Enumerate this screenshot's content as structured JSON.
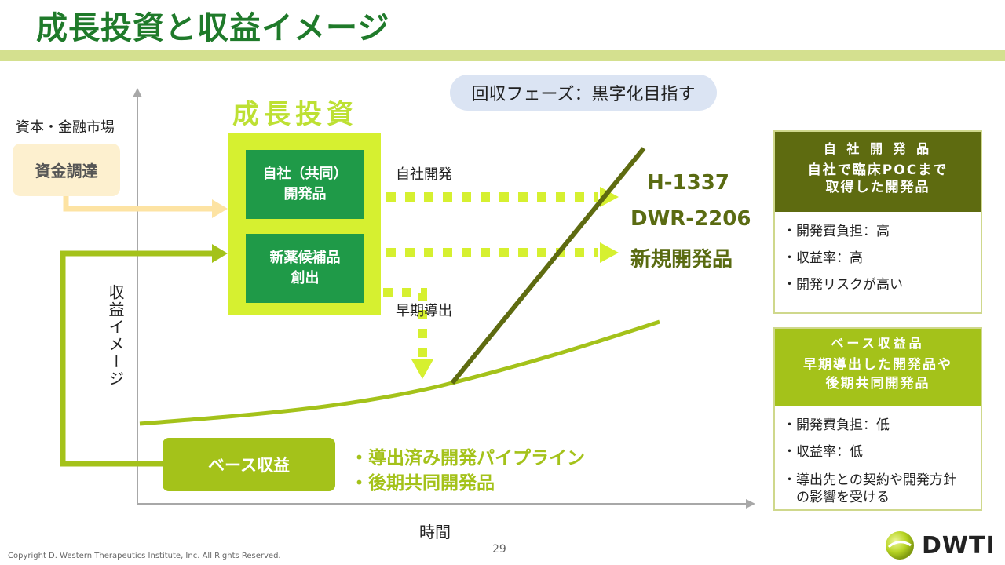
{
  "title": "成長投資と収益イメージ",
  "phase_pill": "回収フェーズ：黒字化目指す",
  "capital_market": "資本・金融市場",
  "funding": "資金調達",
  "growth_investment": "成長投資",
  "box_inhouse": "自社（共同）\n開発品",
  "box_discovery": "新薬候補品\n創出",
  "arrow_inhouse": "自社開発",
  "arrow_early": "早期導出",
  "products": [
    "H-1337",
    "DWR-2206",
    "新規開発品"
  ],
  "y_axis": "収益イメージ",
  "x_axis": "時間",
  "base_revenue": "ベース収益",
  "base_items": [
    "・導出済み開発パイプライン",
    "・後期共同開発品"
  ],
  "card_inhouse": {
    "title": "自 社 開 発 品",
    "subtitle": "自社で臨床POCまで\n取得した開発品",
    "bullets": [
      "・開発費負担：高",
      "・収益率：高",
      "・開発リスクが高い"
    ]
  },
  "card_base": {
    "title": "ベース収益品",
    "subtitle": "早期導出した開発品や\n後期共同開発品",
    "bullets": [
      "・開発費負担：低",
      "・収益率：低",
      "・導出先との契約や開発方針\n　の影響を受ける"
    ]
  },
  "page_number": "29",
  "copyright": "Copyright D. Western Therapeutics Institute, Inc. All Rights Reserved.",
  "logo_text": "DWTI",
  "colors": {
    "title_green": "#1f7a2a",
    "lime": "#d6f030",
    "olive": "#5e6b10",
    "base_green": "#a4c21a",
    "box_green": "#1f9a48"
  }
}
